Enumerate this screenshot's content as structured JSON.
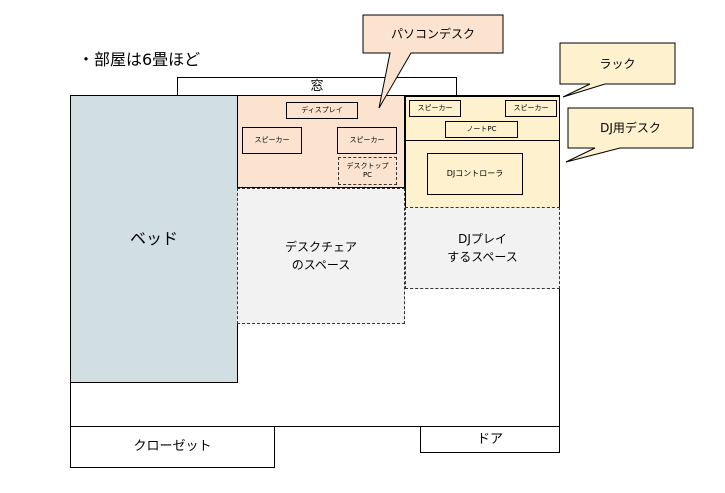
{
  "note": "・部屋は6畳ほど",
  "window": "窓",
  "bed": "ベッド",
  "closet": "クローゼット",
  "door": "ドア",
  "pc_desk": {
    "callout": "パソコンデスク",
    "display": "ディスプレイ",
    "speaker_left": "スピーカー",
    "speaker_right": "スピーカー",
    "desktop_pc": "デスクトップ\nPC"
  },
  "chair_space": "デスクチェア\nのスペース",
  "rack": {
    "callout": "ラック",
    "speaker_left": "スピーカー",
    "speaker_right": "スピーカー",
    "laptop": "ノートPC"
  },
  "dj_desk": {
    "callout": "DJ用デスク",
    "controller": "DJコントローラ"
  },
  "dj_space": "DJプレイ\nするスペース",
  "colors": {
    "bed": "#d1dfe3",
    "pc_desk": "#fbe3d0",
    "dj_area": "#fdf2cd",
    "space": "#f2f2f2"
  }
}
